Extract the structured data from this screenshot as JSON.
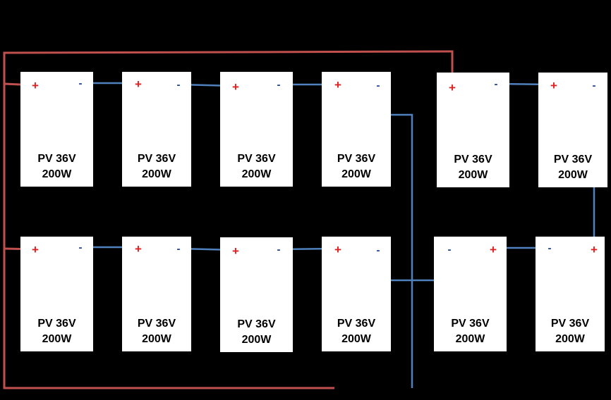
{
  "colors": {
    "background": "#000000",
    "panel": "#ffffff",
    "positive_wire": "#c0504d",
    "negative_wire": "#4f81bd",
    "positive_terminal": "#e02020",
    "negative_terminal": "#1f3f8f"
  },
  "terminals": {
    "plus": "+",
    "minus": "-"
  },
  "panels": [
    {
      "id": "r1-p1",
      "line1": "PV 36V",
      "line2": "200W"
    },
    {
      "id": "r1-p2",
      "line1": "PV 36V",
      "line2": "200W"
    },
    {
      "id": "r1-p3",
      "line1": "PV 36V",
      "line2": "200W"
    },
    {
      "id": "r1-p4",
      "line1": "PV 36V",
      "line2": "200W"
    },
    {
      "id": "r1-p5",
      "line1": "PV 36V",
      "line2": "200W"
    },
    {
      "id": "r1-p6",
      "line1": "PV 36V",
      "line2": "200W"
    },
    {
      "id": "r2-p1",
      "line1": "PV 36V",
      "line2": "200W"
    },
    {
      "id": "r2-p2",
      "line1": "PV 36V",
      "line2": "200W"
    },
    {
      "id": "r2-p3",
      "line1": "PV 36V",
      "line2": "200W"
    },
    {
      "id": "r2-p4",
      "line1": "PV 36V",
      "line2": "200W"
    },
    {
      "id": "r2-p5",
      "line1": "PV 36V",
      "line2": "200W"
    },
    {
      "id": "r2-p6",
      "line1": "PV 36V",
      "line2": "200W"
    }
  ]
}
